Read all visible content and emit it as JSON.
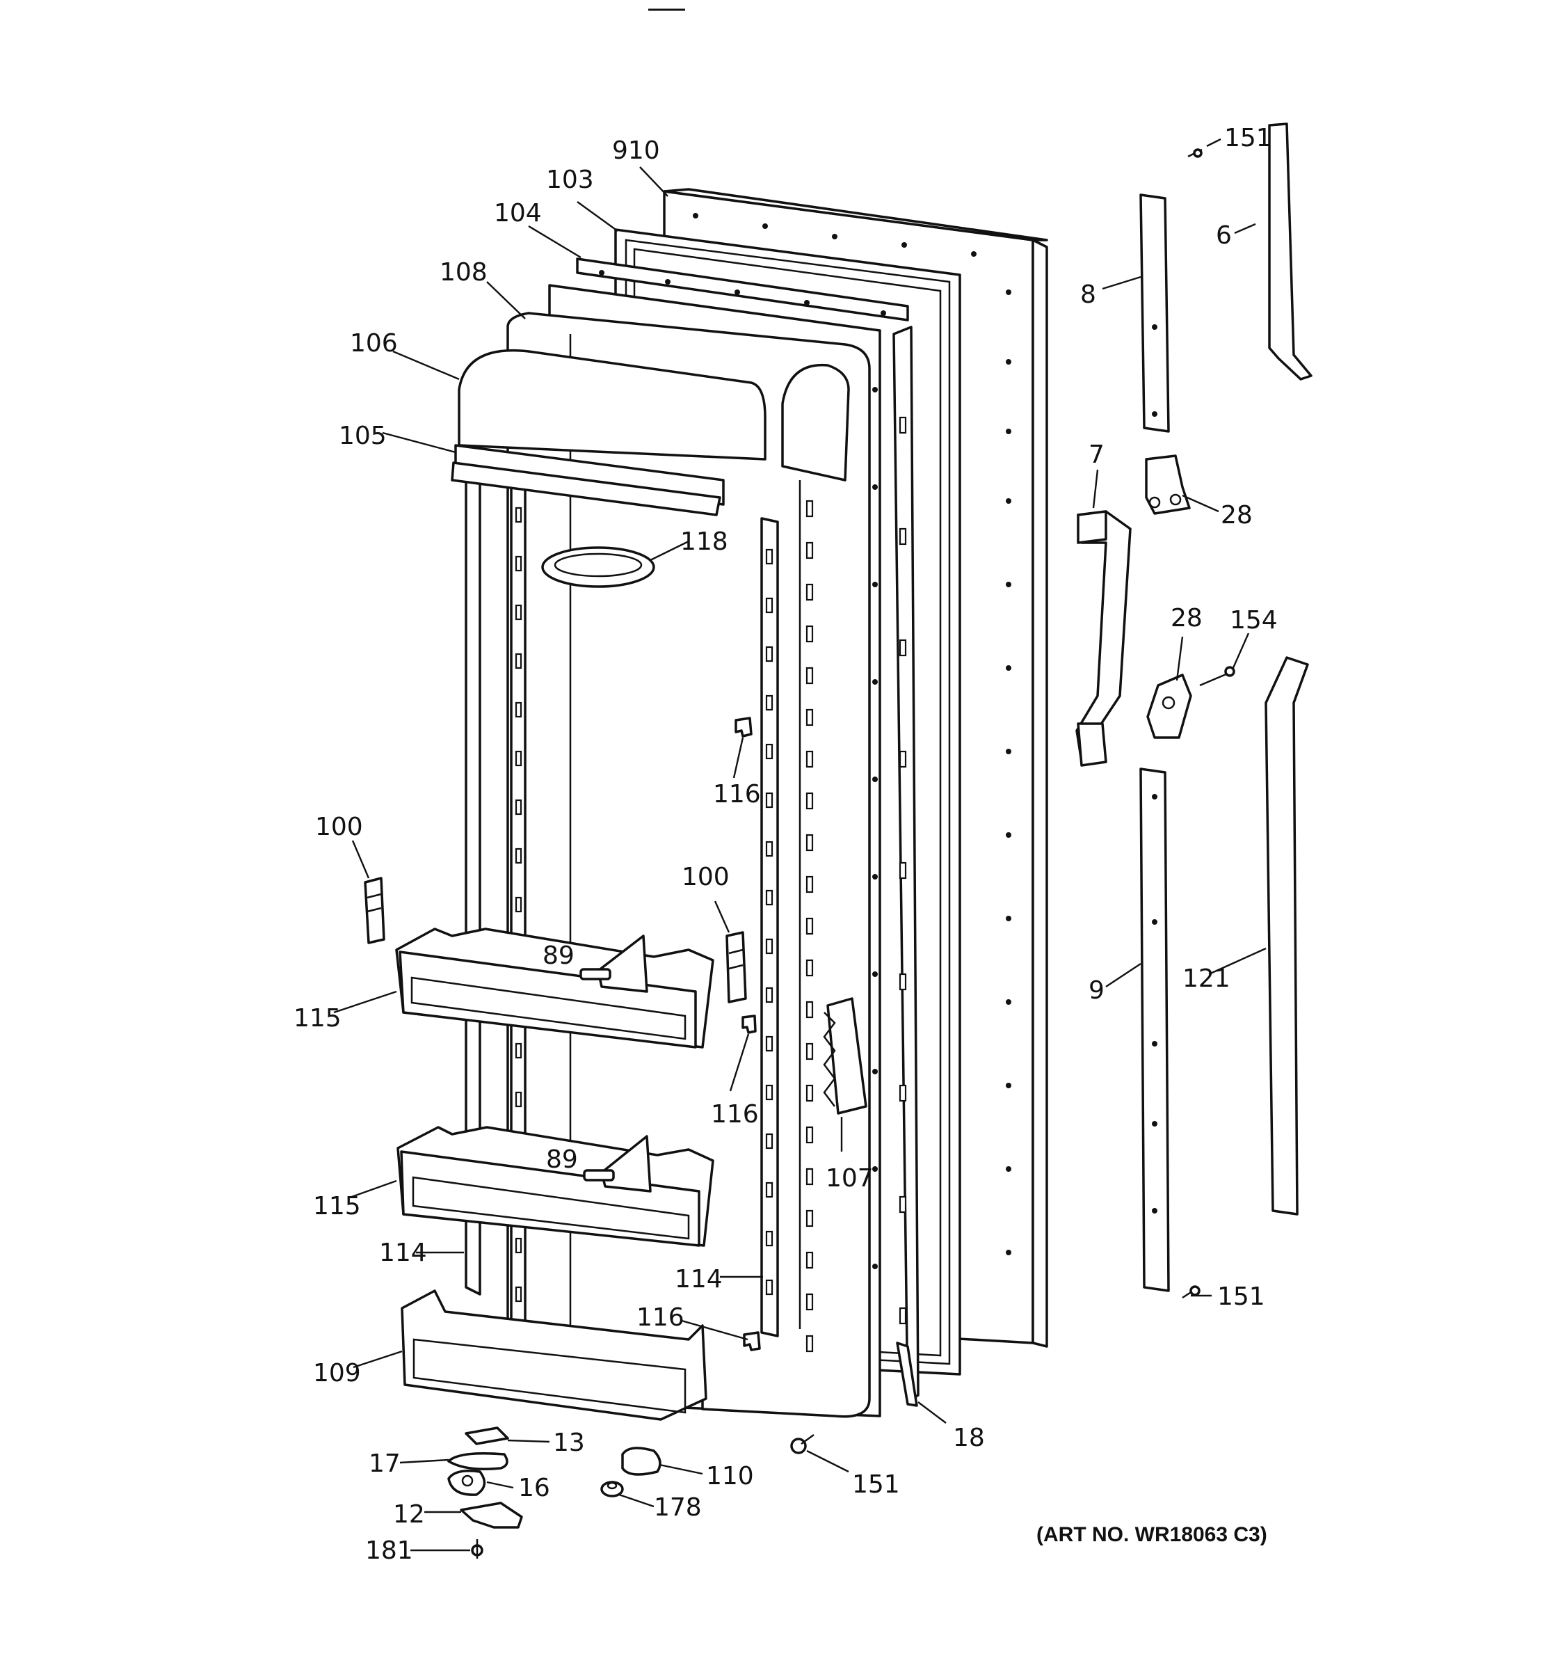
{
  "art_number": "(ART NO. WR18063 C3)",
  "callouts": {
    "c910": "910",
    "c103": "103",
    "c104": "104",
    "c108": "108",
    "c106": "106",
    "c105": "105",
    "c118": "118",
    "c116a": "116",
    "c116b": "116",
    "c116c": "116",
    "c100a": "100",
    "c100b": "100",
    "c89a": "89",
    "c89b": "89",
    "c115a": "115",
    "c115b": "115",
    "c114a": "114",
    "c114b": "114",
    "c109": "109",
    "c107": "107",
    "c18": "18",
    "c151a": "151",
    "c151b": "151",
    "c151c": "151",
    "c6": "6",
    "c8": "8",
    "c7": "7",
    "c28a": "28",
    "c28b": "28",
    "c154": "154",
    "c9": "9",
    "c121": "121",
    "c13": "13",
    "c17": "17",
    "c16": "16",
    "c12": "12",
    "c181": "181",
    "c110": "110",
    "c178": "178"
  }
}
